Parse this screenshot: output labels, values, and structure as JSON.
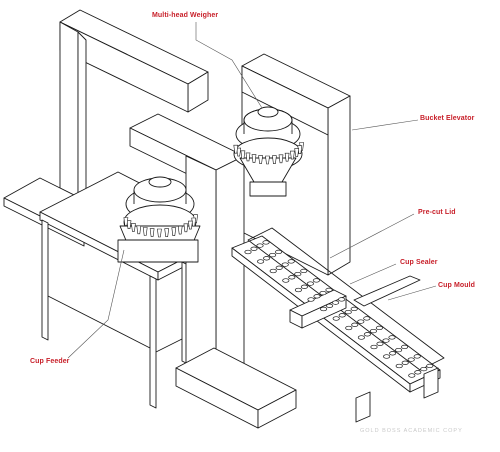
{
  "labels": {
    "multihead_weigher": "Multi-head Weigher",
    "bucket_elevator": "Bucket Elevator",
    "precut_lid": "Pre-cut Lid",
    "cup_sealer": "Cup Sealer",
    "cup_mould": "Cup Mould",
    "cup_feeder": "Cup Feeder"
  },
  "watermark": "GOLD BOSS ACADEMIC COPY",
  "colors": {
    "label": "#c8202a",
    "line": "#1a1a1a",
    "leader": "#555555"
  }
}
